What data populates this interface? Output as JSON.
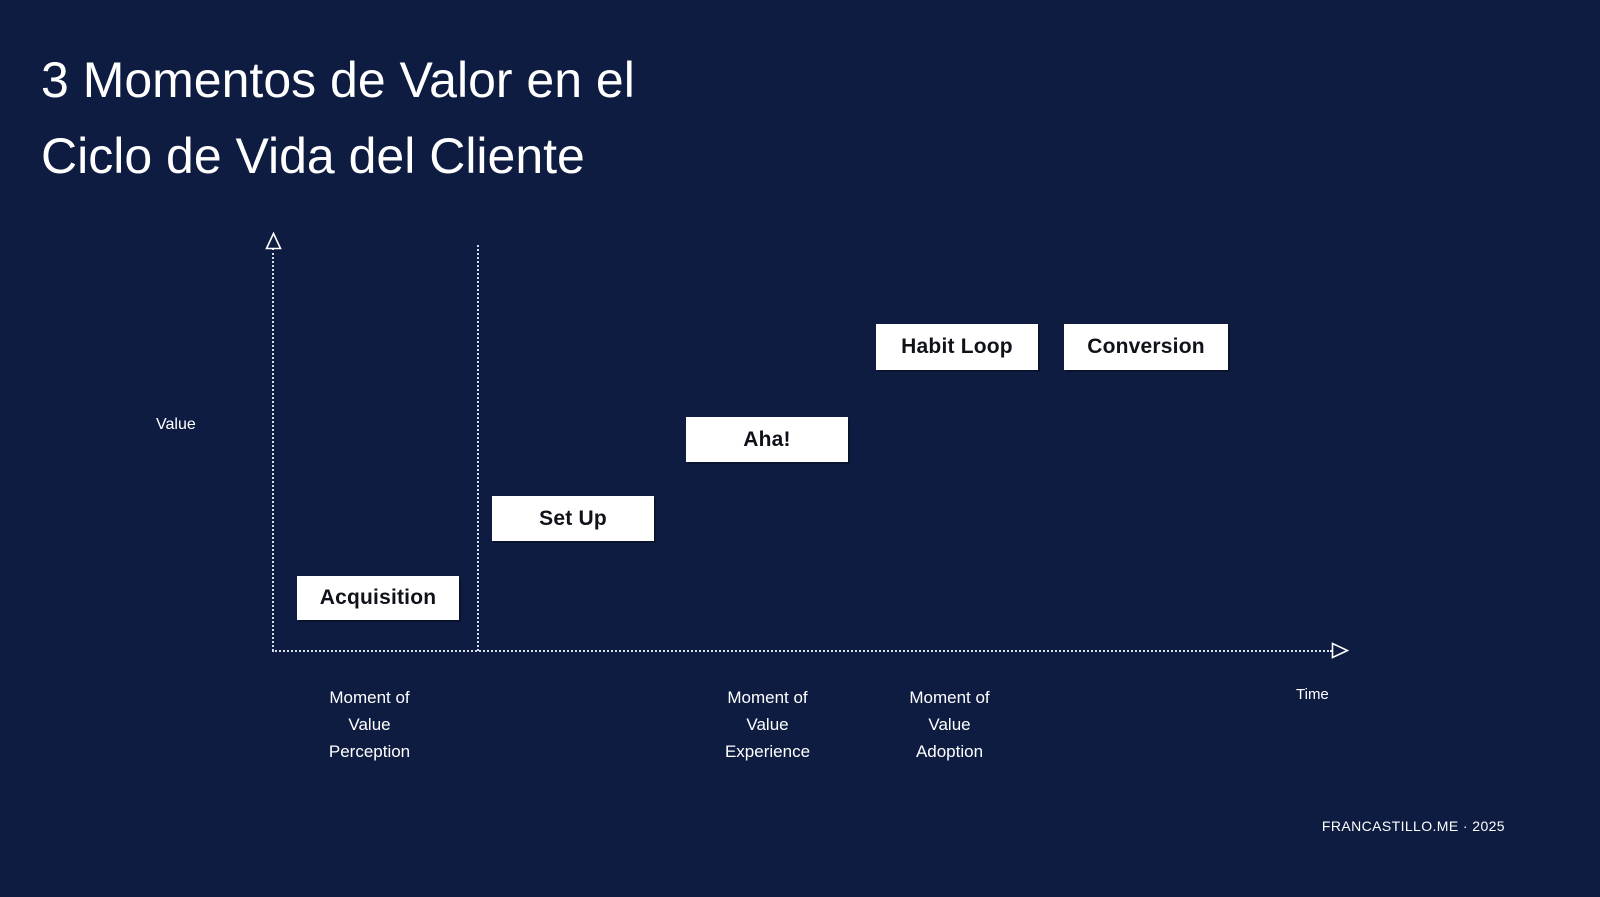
{
  "slide": {
    "title": "3 Momentos de Valor en el\nCiclo de Vida del Cliente",
    "footer": "FRANCASTILLO.ME · 2025",
    "background_color": "#0e1c42",
    "box_fill_color": "#ffffff",
    "text_color": "#ffffff"
  },
  "axes": {
    "y_label": "Value",
    "x_label": "Time",
    "y_arrow_icon": "arrow-up-outline-icon",
    "x_arrow_icon": "arrow-right-outline-icon",
    "line_style": "dotted"
  },
  "stages": [
    {
      "label": "Acquisition"
    },
    {
      "label": "Set Up"
    },
    {
      "label": "Aha!"
    },
    {
      "label": "Habit Loop"
    },
    {
      "label": "Conversion"
    }
  ],
  "moments": [
    {
      "label": "Moment of\nValue\nPerception"
    },
    {
      "label": "Moment of\nValue\nExperience"
    },
    {
      "label": "Moment of\nValue\nAdoption"
    }
  ],
  "chart_data": {
    "type": "bar",
    "title": "3 Momentos de Valor en el Ciclo de Vida del Cliente",
    "xlabel": "Time",
    "ylabel": "Value",
    "grid": false,
    "legend": "none",
    "categories": [
      "Acquisition",
      "Set Up",
      "Aha!",
      "Habit Loop",
      "Conversion"
    ],
    "values": [
      1,
      2,
      3,
      5,
      5
    ],
    "ylim": [
      0,
      6
    ],
    "annotations": [
      "Moment of Value Perception",
      "Moment of Value Experience",
      "Moment of Value Adoption"
    ]
  }
}
